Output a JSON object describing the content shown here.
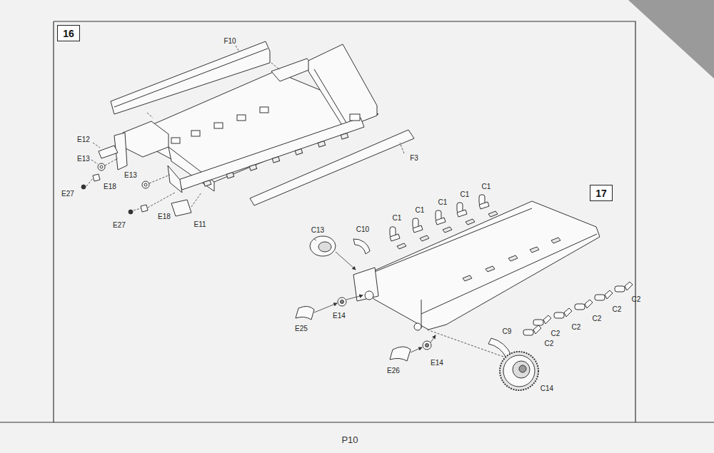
{
  "diagram": {
    "nodes": [
      {
        "text": [
          "16"
        ]
      },
      {
        "text": [
          "17"
        ]
      }
    ],
    "labels": [
      "F10",
      "E12",
      "E13",
      "F3",
      "E13",
      "E18",
      "E27",
      "E18",
      "E11",
      "E27",
      "C1",
      "C1",
      "C1",
      "C1",
      "C1",
      "C13",
      "C10",
      "C2",
      "C2",
      "C2",
      "C2",
      "C2",
      "C2",
      "E25",
      "E14",
      "C9",
      "E26",
      "E14",
      "C14",
      "P10"
    ]
  }
}
